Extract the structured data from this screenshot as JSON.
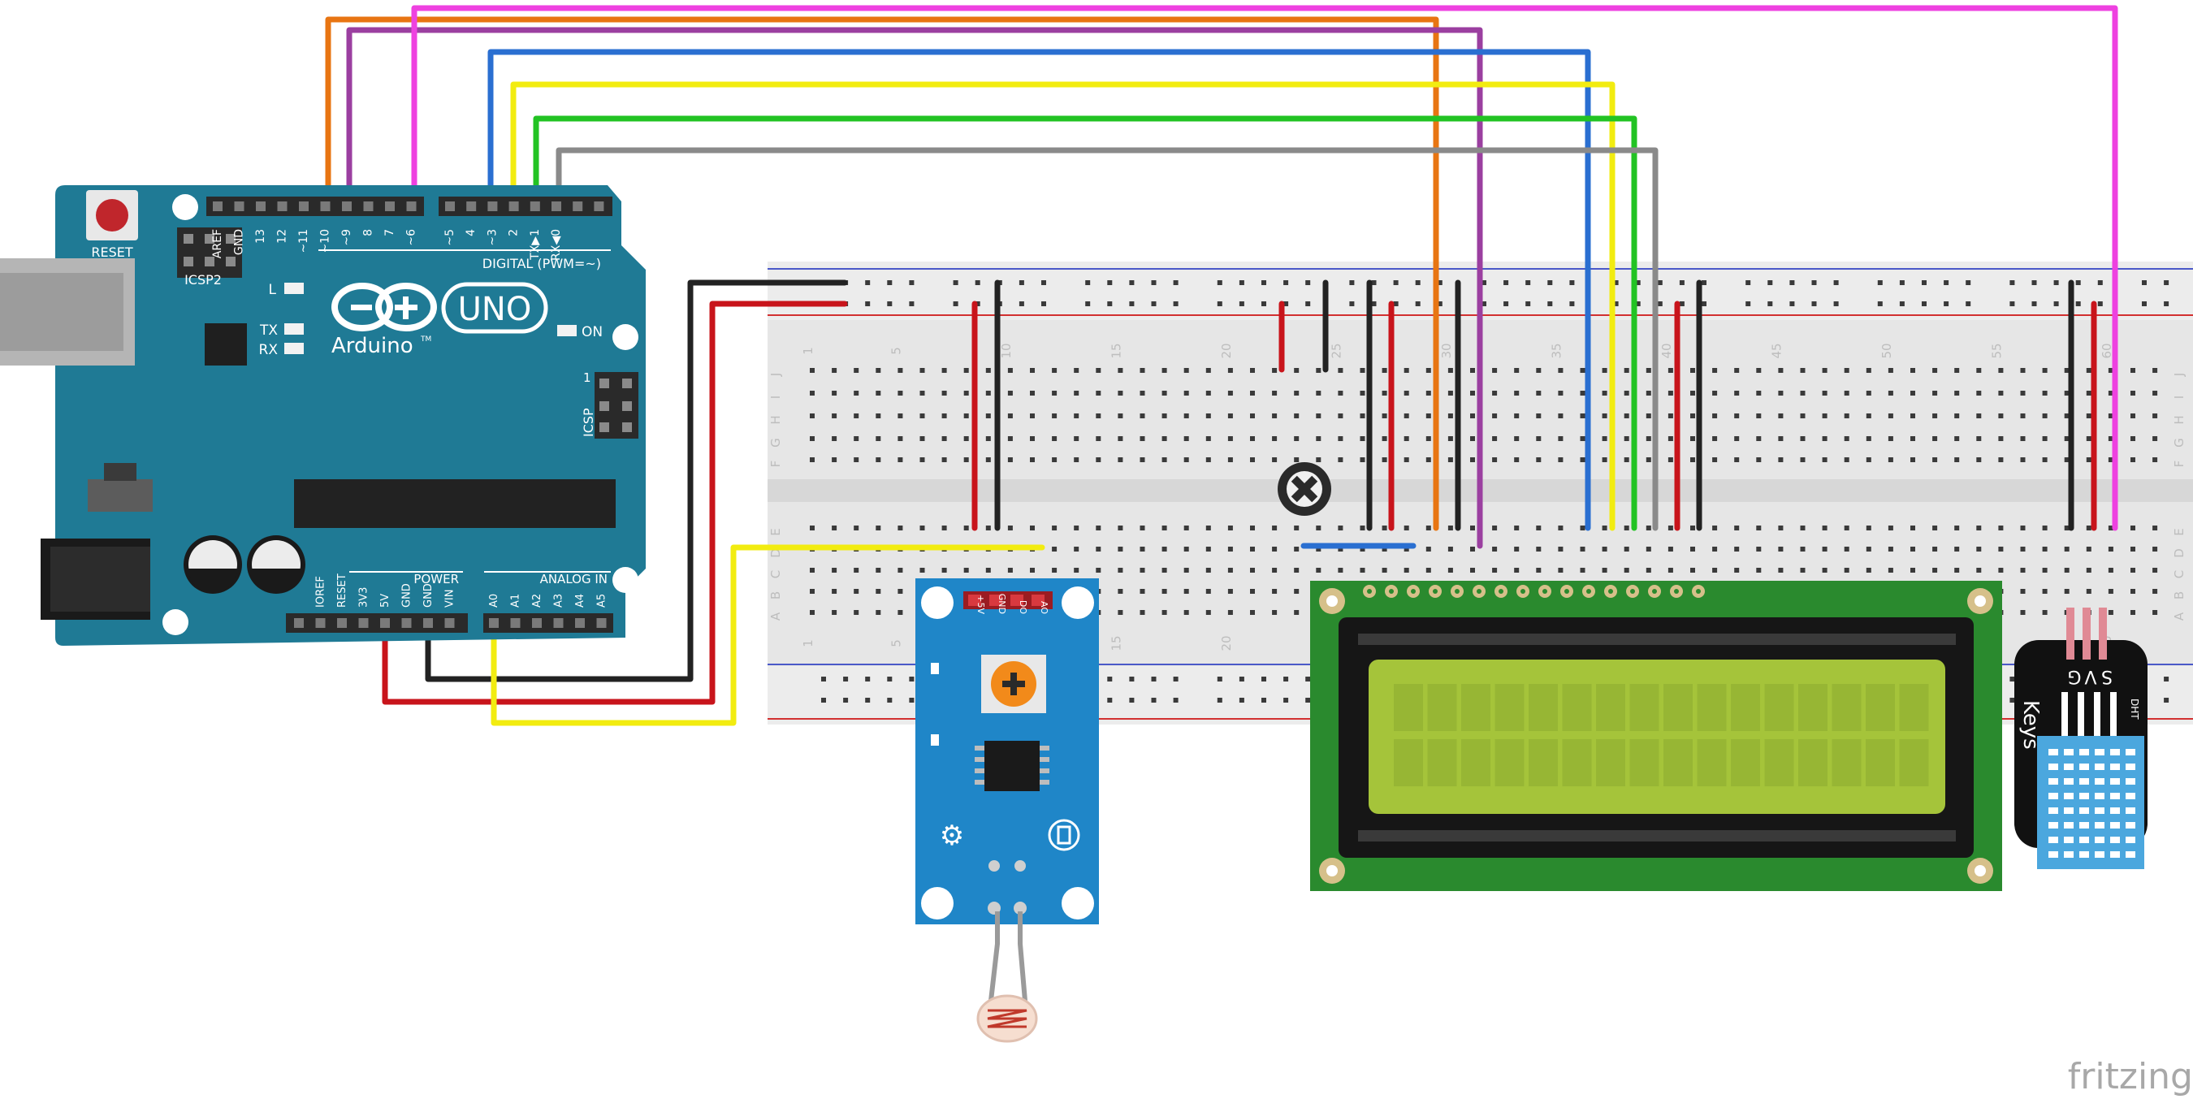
{
  "arduino": {
    "reset_label": "RESET",
    "icsp2_label": "ICSP2",
    "icsp_label": "ICSP",
    "l_label": "L",
    "tx_label": "TX",
    "rx_label": "RX",
    "on_label": "ON",
    "uno_label": "UNO",
    "brand_label": "Arduino",
    "tm_label": "TM",
    "digital_label": "DIGITAL (PWM=~)",
    "power_label": "POWER",
    "analog_label": "ANALOG IN",
    "icsp_pin1": "1",
    "top_pins": [
      "AREF",
      "GND",
      "13",
      "12",
      "~11",
      "~10",
      "~9",
      "8",
      "7",
      "~6",
      "~5",
      "4",
      "~3",
      "2",
      "TX▶1",
      "RX◀0"
    ],
    "power_pins": [
      "IOREF",
      "RESET",
      "3V3",
      "5V",
      "GND",
      "GND",
      "VIN"
    ],
    "analog_pins": [
      "A0",
      "A1",
      "A2",
      "A3",
      "A4",
      "A5"
    ]
  },
  "breadboard": {
    "col_numbers": [
      "1",
      "5",
      "10",
      "15",
      "20",
      "25",
      "30",
      "35",
      "40",
      "45",
      "50",
      "55",
      "60"
    ],
    "row_letters": [
      "A",
      "B",
      "C",
      "D",
      "E",
      "F",
      "G",
      "H",
      "I",
      "J"
    ]
  },
  "ldr_module": {
    "pin_labels": [
      "+5V",
      "GND",
      "DO",
      "AO"
    ]
  },
  "dht_module": {
    "pin_labels": [
      "S",
      "V",
      "G"
    ],
    "brand": "Keys",
    "dht_text": "DHT"
  },
  "logo": {
    "text": "fritzing"
  },
  "colors": {
    "arduino_board": "#1f7a95",
    "wire_orange": "#e87512",
    "wire_purple": "#9b3fa0",
    "wire_magenta": "#ee41e0",
    "wire_blue": "#2a6fd1",
    "wire_yellow": "#f2ec10",
    "wire_green": "#22c323",
    "wire_gray": "#8a8a8a",
    "wire_red": "#c8141b",
    "wire_black": "#222222",
    "lcd_pcb": "#2a8a2e",
    "lcd_screen": "#a5c43a",
    "ldr_module_pcb": "#1f86c8",
    "dht_sensor": "#4ba7de"
  }
}
